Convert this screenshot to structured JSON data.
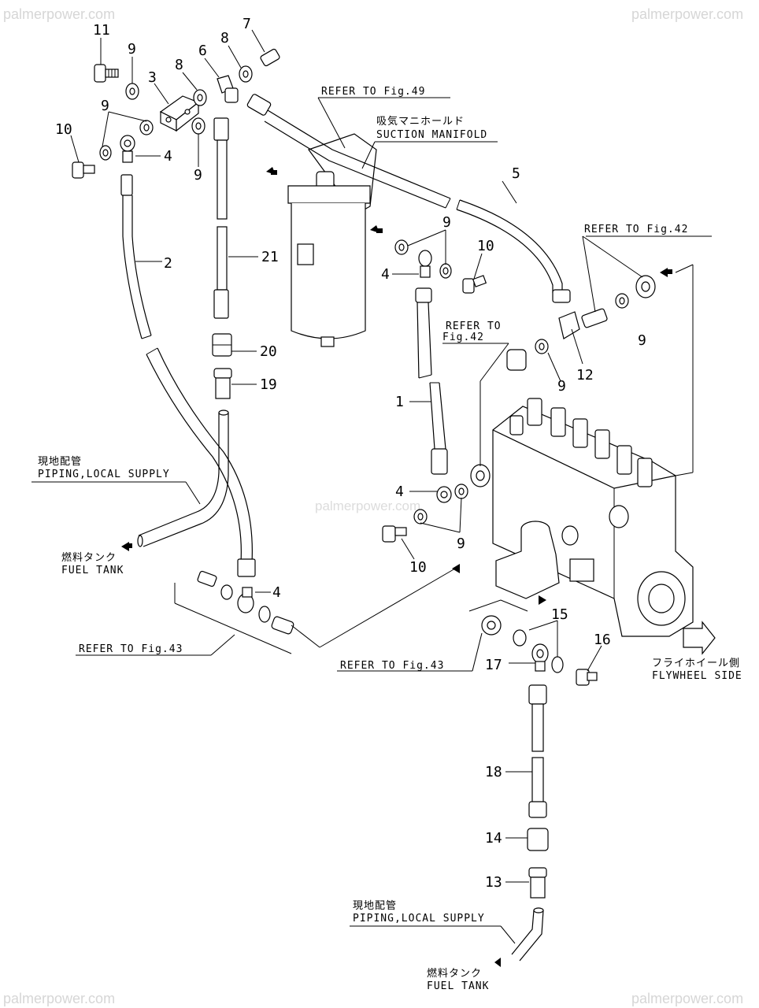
{
  "watermarks": {
    "top_left": "palmerpower.com",
    "top_right": "palmerpower.com",
    "center": "palmerpower.com",
    "bottom_left": "palmerpower.com",
    "bottom_right": "palmerpower.com"
  },
  "labels": {
    "refer_fig49": "REFER TO Fig.49",
    "suction_manifold_jp": "吸気マニホールド",
    "suction_manifold_en": "SUCTION MANIFOLD",
    "refer_fig42_top": "REFER TO Fig.42",
    "refer_fig42_mid_line1": "REFER TO",
    "refer_fig42_mid_line2": "Fig.42",
    "piping_local_supply_jp_1": "現地配管",
    "piping_local_supply_en_1": "PIPING,LOCAL SUPPLY",
    "fuel_tank_jp_1": "燃料タンク",
    "fuel_tank_en_1": "FUEL TANK",
    "refer_fig43_left": "REFER TO Fig.43",
    "refer_fig43_right": "REFER TO Fig.43",
    "flywheel_side_jp": "フライホイール側",
    "flywheel_side_en": "FLYWHEEL SIDE",
    "piping_local_supply_jp_2": "現地配管",
    "piping_local_supply_en_2": "PIPING,LOCAL SUPPLY",
    "fuel_tank_jp_2": "燃料タンク",
    "fuel_tank_en_2": "FUEL TANK"
  },
  "callouts": {
    "c11": "11",
    "c9a": "9",
    "c8a": "8",
    "c6": "6",
    "c8b": "8",
    "c7": "7",
    "c3": "3",
    "c9b": "9",
    "c10a": "10",
    "c4a": "4",
    "c9c": "9",
    "c2": "2",
    "c21": "21",
    "c20": "20",
    "c19": "19",
    "c5": "5",
    "c9d": "9",
    "c10b": "10",
    "c4b": "4",
    "c9e": "9",
    "c12": "12",
    "c9f": "9",
    "c1": "1",
    "c4c": "4",
    "c9g": "9",
    "c10c": "10",
    "c4d": "4",
    "c15": "15",
    "c16": "16",
    "c17": "17",
    "c18": "18",
    "c14": "14",
    "c13": "13"
  }
}
